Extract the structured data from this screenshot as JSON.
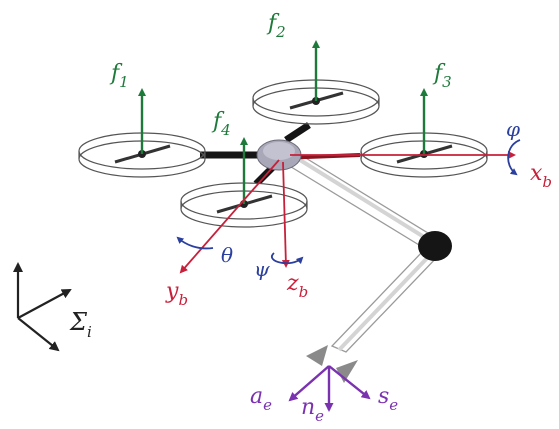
{
  "colors": {
    "force": "#1e7a3a",
    "body_axis": "#c8203a",
    "rotation": "#2a3f9e",
    "end_effector": "#7a32b0",
    "frame": "#222222",
    "arm": "#bdbdbd",
    "motor_hub": "#a8a8b8"
  },
  "forces": [
    {
      "base": "f",
      "sub": "1"
    },
    {
      "base": "f",
      "sub": "2"
    },
    {
      "base": "f",
      "sub": "3"
    },
    {
      "base": "f",
      "sub": "4"
    }
  ],
  "body_axes": {
    "x": {
      "base": "x",
      "sub": "b"
    },
    "y": {
      "base": "y",
      "sub": "b"
    },
    "z": {
      "base": "z",
      "sub": "b"
    }
  },
  "rotations": {
    "roll": "φ",
    "pitch": "θ",
    "yaw": "ψ"
  },
  "inertial_frame": {
    "base": "Σ",
    "sub": "i"
  },
  "end_effector_axes": {
    "a": {
      "base": "a",
      "sub": "e"
    },
    "n": {
      "base": "n",
      "sub": "e"
    },
    "s": {
      "base": "s",
      "sub": "e"
    }
  }
}
